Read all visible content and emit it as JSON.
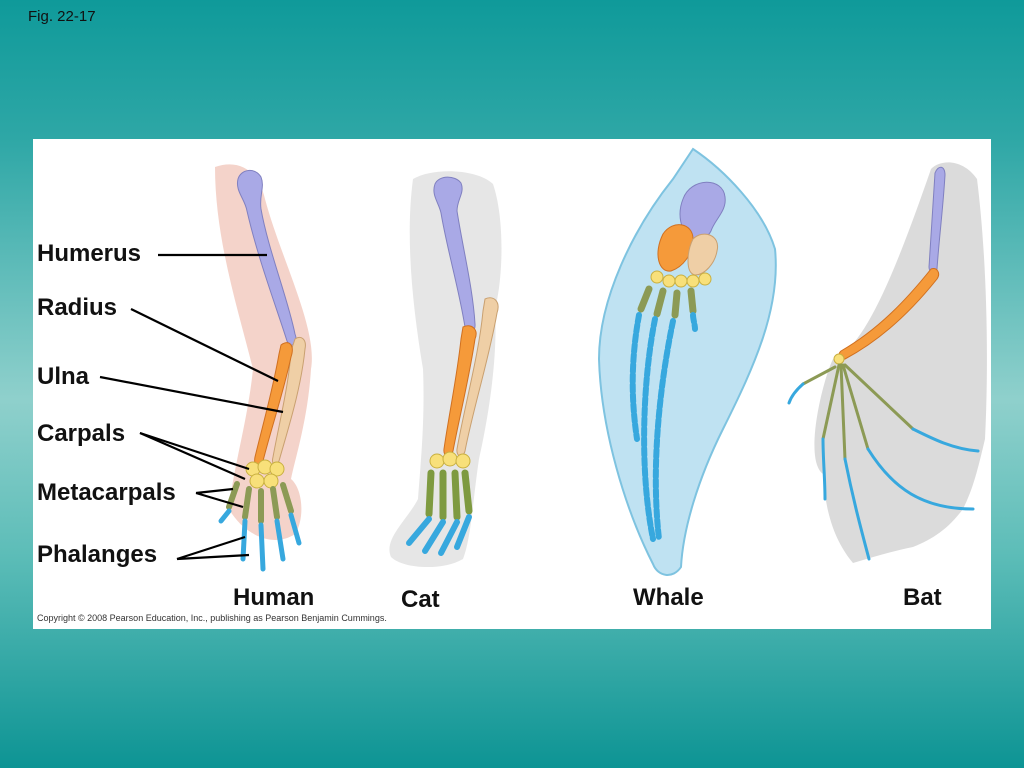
{
  "figure_label": "Fig. 22-17",
  "bone_labels": {
    "humerus": "Humerus",
    "radius": "Radius",
    "ulna": "Ulna",
    "carpals": "Carpals",
    "metacarpals": "Metacarpals",
    "phalanges": "Phalanges"
  },
  "animals": {
    "human": "Human",
    "cat": "Cat",
    "whale": "Whale",
    "bat": "Bat"
  },
  "copyright": "Copyright © 2008 Pearson Education, Inc., publishing as Pearson Benjamin Cummings.",
  "colors": {
    "humerus": "#a9a9e6",
    "radius": "#f59a3a",
    "ulna": "#efcfa6",
    "carpals": "#f8e07a",
    "metacarpals": "#8c9a55",
    "phalanges": "#37a8de"
  }
}
